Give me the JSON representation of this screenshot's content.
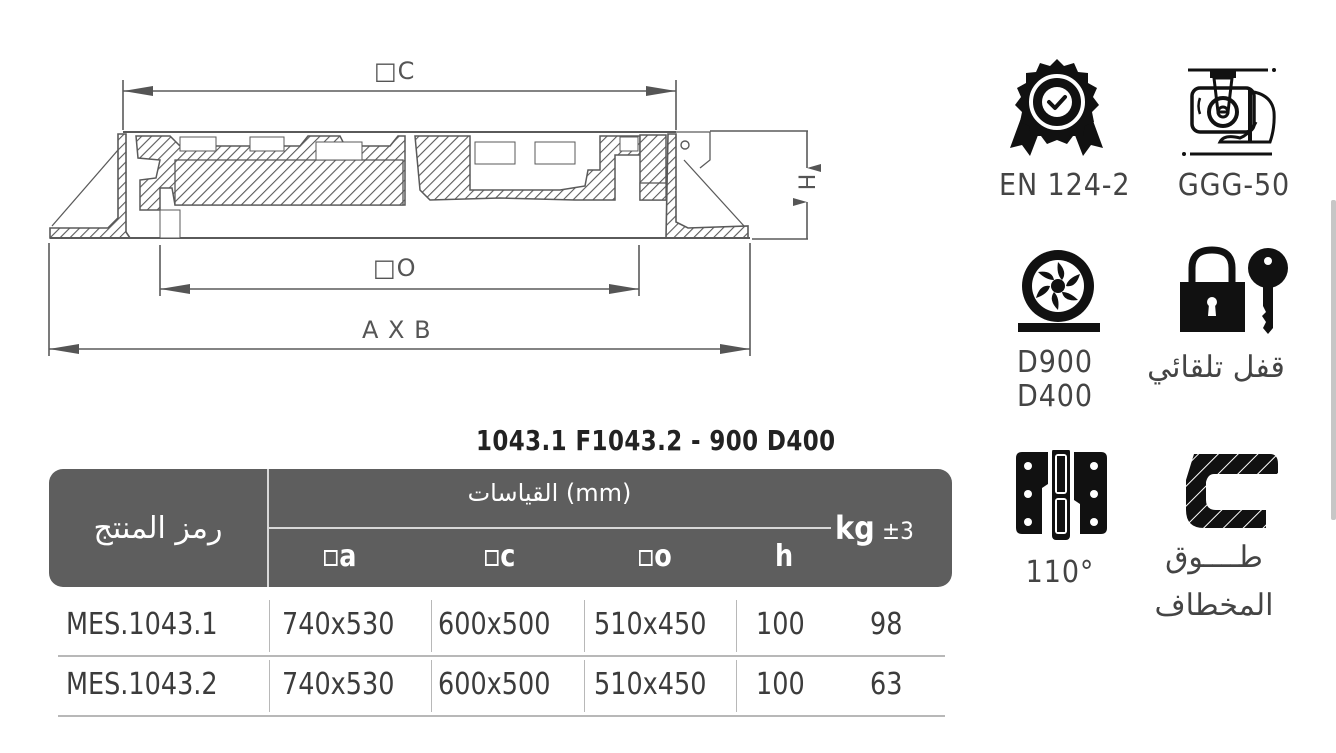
{
  "drawing": {
    "labels": {
      "c": "□C",
      "o": "□O",
      "axb": "A X B",
      "h": "H"
    }
  },
  "title": "1043.1 F1043.2 - 900 D400",
  "table": {
    "header": {
      "product_code": "رمز المنتج",
      "dimensions": "القياسات  (mm)",
      "columns": [
        "a",
        "c",
        "o",
        "h"
      ],
      "weight_unit": "kg",
      "weight_tolerance": "±3"
    },
    "rows": [
      {
        "code": "MES.1043.1",
        "a": "740x530",
        "c": "600x500",
        "o": "510x450",
        "h": "100",
        "kg": "98"
      },
      {
        "code": "MES.1043.2",
        "a": "740x530",
        "c": "600x500",
        "o": "510x450",
        "h": "100",
        "kg": "63"
      }
    ]
  },
  "features": [
    {
      "icon": "certificate-badge-icon",
      "label": "EN 124-2"
    },
    {
      "icon": "ductile-iron-casting-icon",
      "label": "GGG-50"
    },
    {
      "icon": "wheel-load-icon",
      "label_line1": "D900",
      "label_line2": "D400"
    },
    {
      "icon": "padlock-key-icon",
      "label": "قفل تلقائي"
    },
    {
      "icon": "hinge-icon",
      "label": "110°"
    },
    {
      "icon": "hook-ring-icon",
      "label_line1": "طــــوق",
      "label_line2": "المخطاف"
    }
  ],
  "colors": {
    "header_bg": "#5e5e5e",
    "text_dark": "#3c3c3c",
    "line_gray": "#b8b8b8",
    "drawing_stroke": "#5a5a5a"
  }
}
